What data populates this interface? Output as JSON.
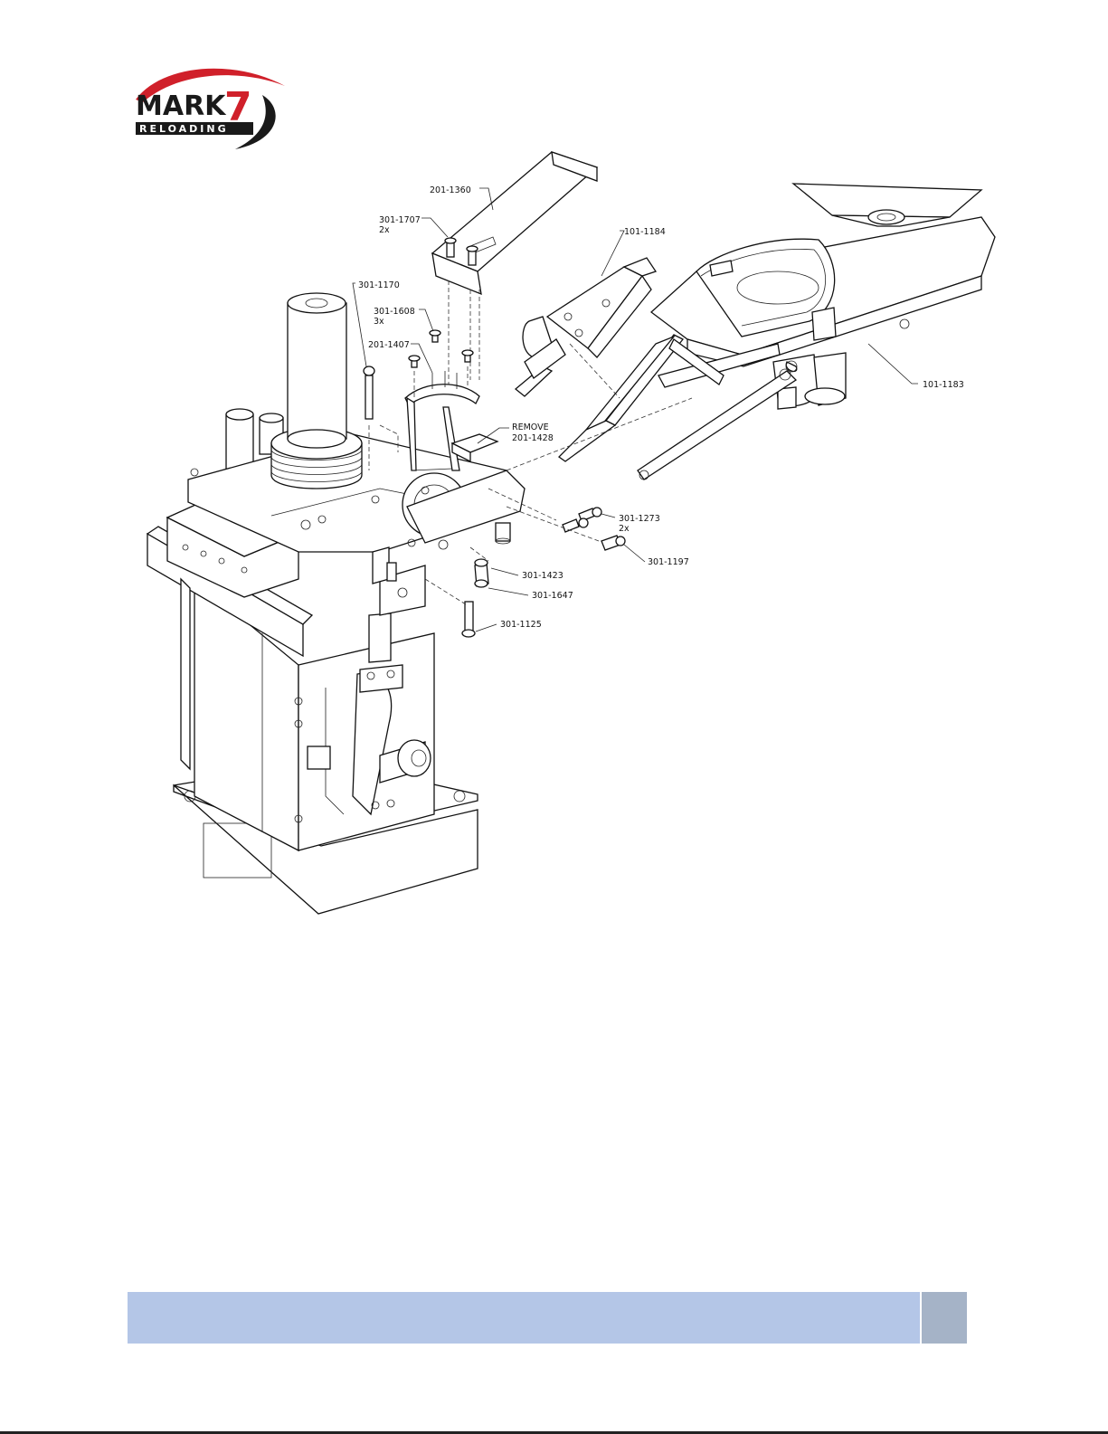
{
  "logo": {
    "brand": "MARK",
    "number": "7",
    "sub": "RELOADING",
    "colors": {
      "red": "#d0202a",
      "dark": "#1a1a1a"
    }
  },
  "callouts": [
    {
      "id": "201-1360",
      "text": "201-1360"
    },
    {
      "id": "301-1707",
      "text": "301-1707",
      "qty": "2x"
    },
    {
      "id": "101-1184",
      "text": "101-1184"
    },
    {
      "id": "301-1170",
      "text": "301-1170"
    },
    {
      "id": "301-1608",
      "text": "301-1608",
      "qty": "3x"
    },
    {
      "id": "201-1407",
      "text": "201-1407"
    },
    {
      "id": "201-1428",
      "text": "201-1428",
      "prefix": "REMOVE"
    },
    {
      "id": "101-1183",
      "text": "101-1183"
    },
    {
      "id": "301-1273",
      "text": "301-1273",
      "qty": "2x"
    },
    {
      "id": "301-1197",
      "text": "301-1197"
    },
    {
      "id": "301-1423",
      "text": "301-1423"
    },
    {
      "id": "301-1647",
      "text": "301-1647"
    },
    {
      "id": "301-1125",
      "text": "301-1125"
    }
  ],
  "footer": {
    "bar_color": "#b4c6e7",
    "page_box_color": "#a5b3c7"
  }
}
